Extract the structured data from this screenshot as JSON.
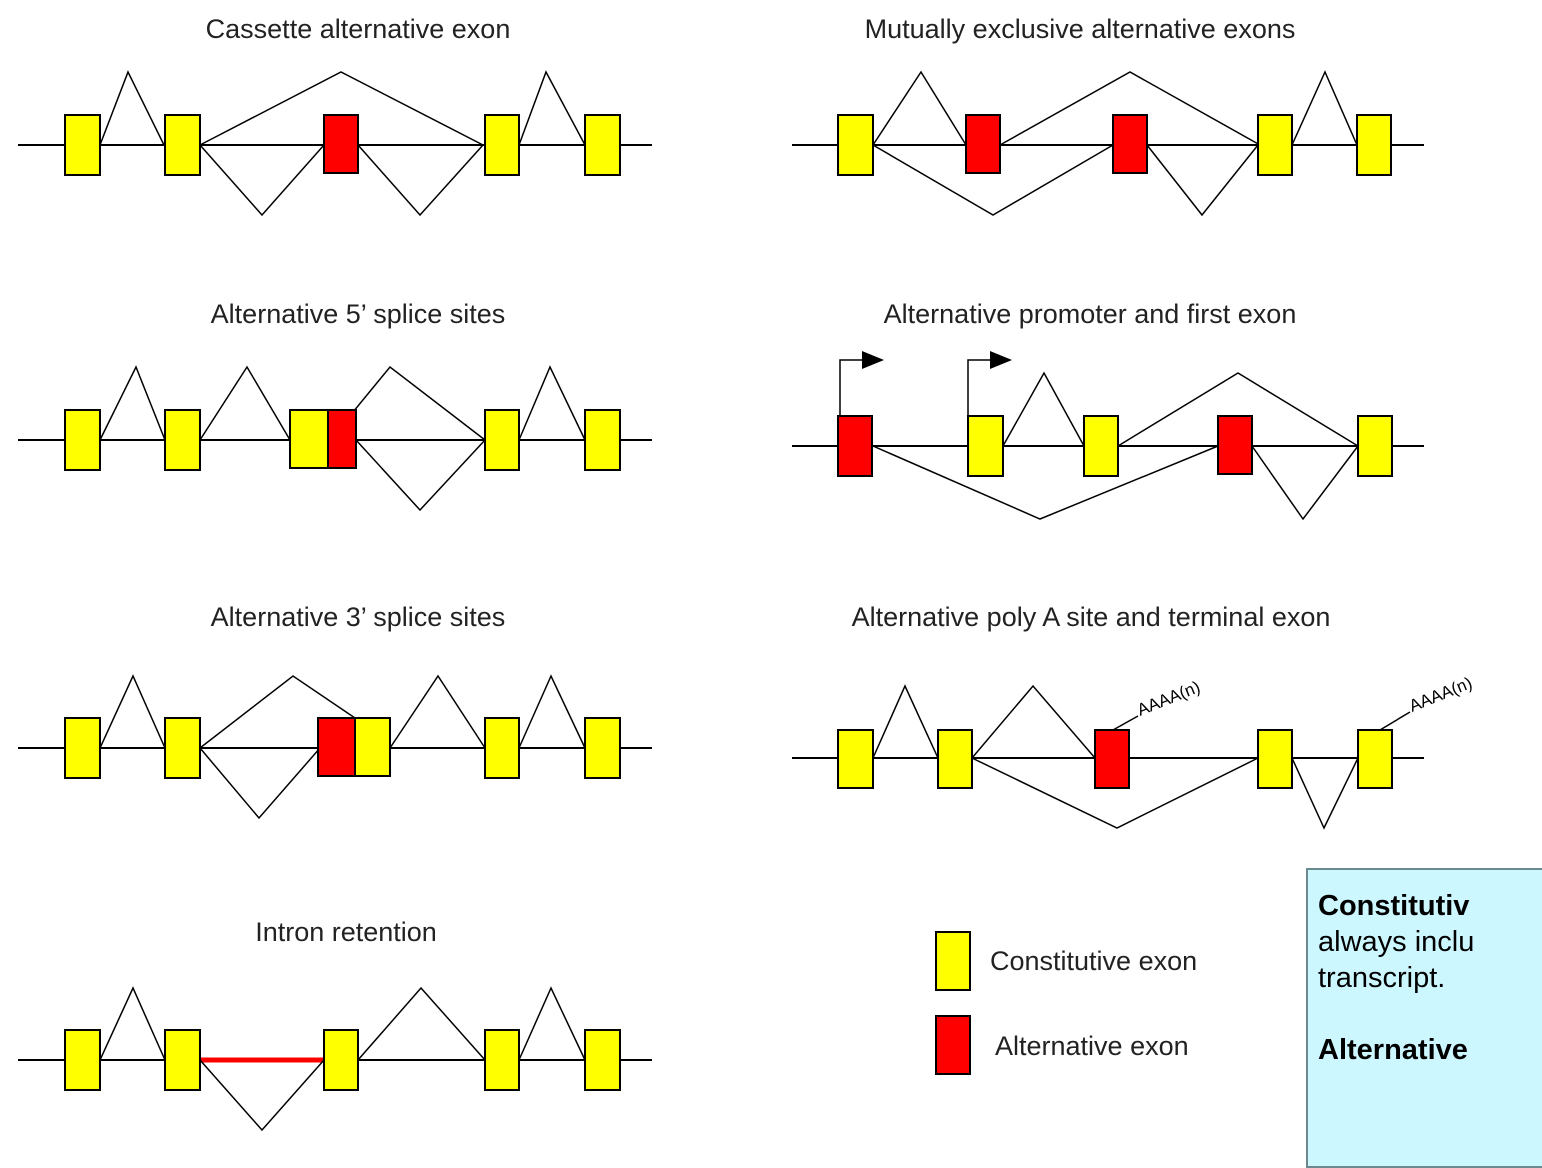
{
  "panels": [
    {
      "title": "Cassette alternative exon"
    },
    {
      "title": "Mutually exclusive alternative exons"
    },
    {
      "title": "Alternative 5’ splice sites"
    },
    {
      "title": "Alternative promoter and first exon"
    },
    {
      "title": "Alternative 3’ splice sites"
    },
    {
      "title": "Alternative poly A site and terminal exon"
    },
    {
      "title": "Intron retention"
    }
  ],
  "polya_label": "AAAA(n)",
  "legend": {
    "constitutive": "Constitutive exon",
    "alternative": "Alternative exon"
  },
  "note": {
    "line1": "Constitutiv",
    "line2": "always inclu",
    "line3": "transcript.",
    "line4": "Alternative"
  },
  "colors": {
    "constitutive_exon": "#ffff00",
    "alternative_exon": "#ff0000",
    "retained_intron": "#ff0000",
    "note_background": "#ccf7ff"
  }
}
